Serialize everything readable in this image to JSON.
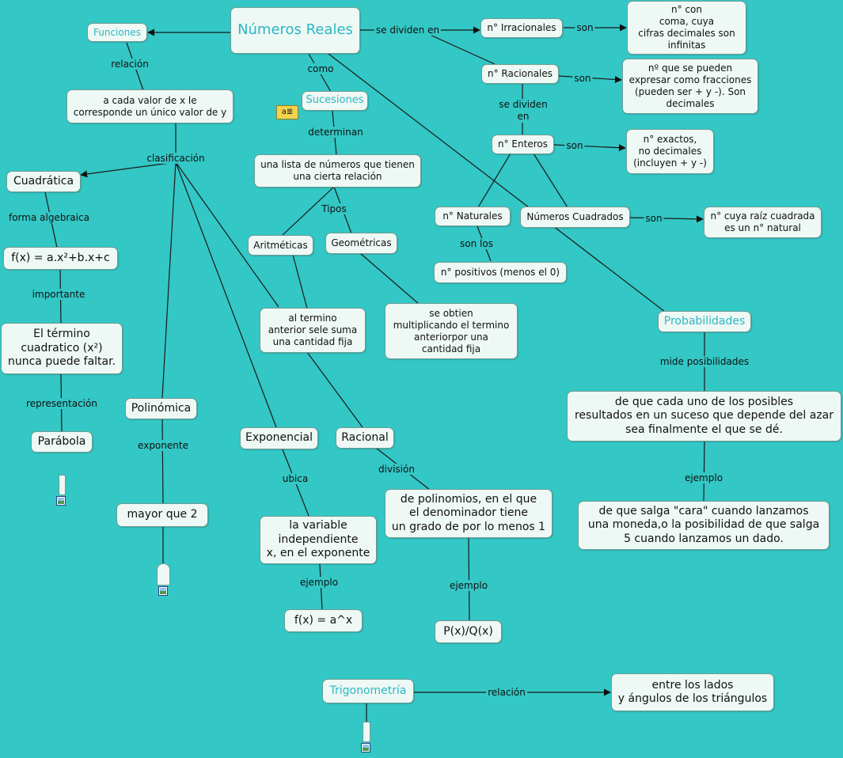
{
  "nodes": {
    "numeros_reales": "Números Reales",
    "funciones": "Funciones",
    "sucesiones": "Sucesiones",
    "irracionales": "n° Irracionales",
    "irracionales_def": "n° con\ncoma, cuya\ncifras decimales son\ninfinitas",
    "racionales": "n° Racionales",
    "racionales_def": "nº que se pueden\nexpresar como fracciones\n(pueden ser + y -). Son\ndecimales",
    "enteros": "n° Enteros",
    "enteros_def": "n° exactos,\nno decimales\n(incluyen + y -)",
    "naturales": "n°  Naturales",
    "positivos": "n° positivos (menos el 0)",
    "cuadrados": "Números Cuadrados",
    "cuadrados_def": "n° cuya raíz cuadrada\nes un n° natural",
    "funcion_def": "a cada valor de x le\ncorresponde un único valor de y",
    "cuadratica": "Cuadrática",
    "formula_cuadratica": "f(x) = a.x²+b.x+c",
    "termino_cuadratico": "El término\ncuadratico (x²)\nnunca puede faltar.",
    "parabola": "Parábola",
    "polinomica": "Polinómica",
    "mayor_que_2": "mayor que 2",
    "exponencial": "Exponencial",
    "variable_exponente": "la variable\nindependiente\nx, en el exponente",
    "formula_exponencial": "f(x) = a^x",
    "racional": "Racional",
    "polinomios_def": "de polinomios, en el que\nel denominador tiene\nun grado de por lo menos 1",
    "pxqx": "P(x)/Q(x)",
    "lista_numeros": "una lista de números que tienen\nuna cierta relación",
    "aritmeticas": "Aritméticas",
    "geometricas": "Geométricas",
    "aritmeticas_def": "al termino\nanterior sele suma\nuna cantidad fija",
    "geometricas_def": "se obtien\nmultiplicando el termino\nanteriorpor una\ncantidad fija",
    "probabilidades": "Probabilidades",
    "probabilidades_def": "de que cada uno de los posibles\nresultados en un suceso que depende del azar\nsea finalmente el que se dé.",
    "probabilidades_ejemplo": "de que salga \"cara\" cuando lanzamos\nuna moneda,o la posibilidad de que salga\n5 cuando lanzamos un dado.",
    "trigonometria": "Trigonometría",
    "trigonometria_def": "entre los lados\ny ángulos de los triángulos"
  },
  "labels": {
    "se_dividen_en": "se dividen en",
    "son_irr": "son",
    "son_rac": "son",
    "se_dividen_en_rac": "se dividen\nen",
    "son_ent": "son",
    "son_los": "son los",
    "son_cuad": "son",
    "relacion_func": "relación",
    "como": "como",
    "determinan": "determinan",
    "clasificacion": "clasificación",
    "forma_algebraica": "forma algebraica",
    "importante": "importante",
    "representacion": "representación",
    "exponente": "exponente",
    "ubica": "ubica",
    "ejemplo_exp": "ejemplo",
    "division": "división",
    "ejemplo_rac": "ejemplo",
    "tipos": "Tipos",
    "mide_posibilidades": "mide posibilidades",
    "ejemplo_prob": "ejemplo",
    "relacion_trig": "relación"
  },
  "colors": {
    "background": "#33c7c5",
    "node_fill": "#eef8f4",
    "accent_text": "#2bb7c5",
    "line": "#1a1a1a"
  },
  "icons": [
    "note-icon",
    "image-icon",
    "image-icon",
    "image-icon"
  ]
}
